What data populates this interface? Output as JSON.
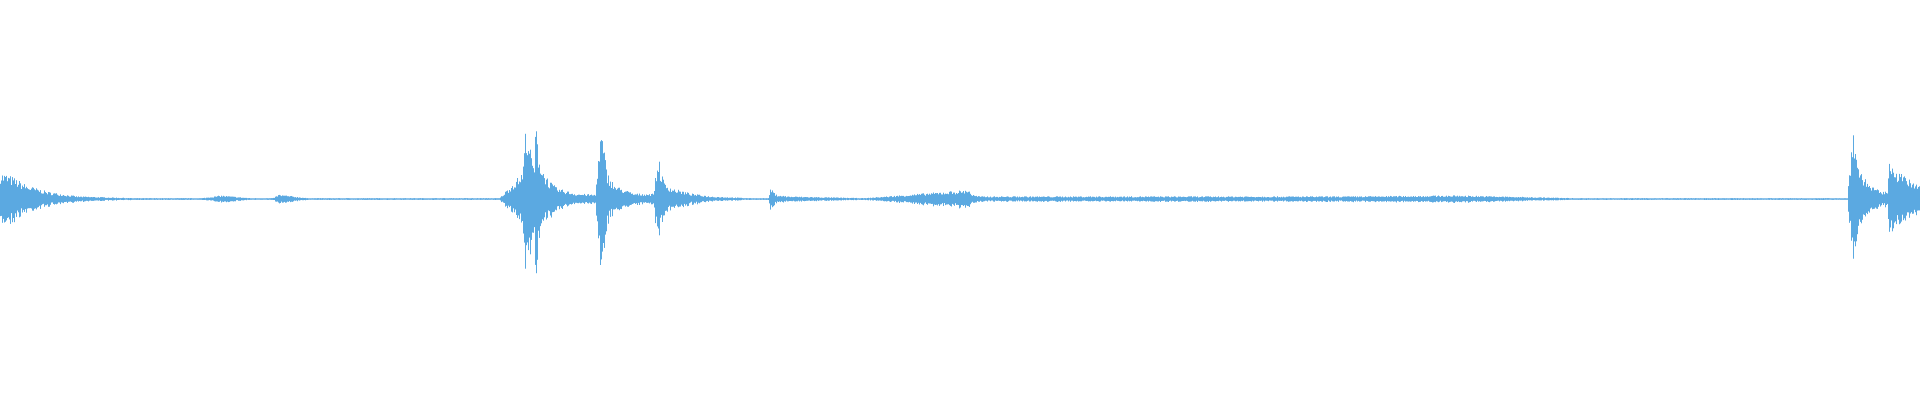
{
  "colors": {
    "background": "#ffffff",
    "waveform": "#5ba9e1"
  },
  "chart_data": {
    "type": "area",
    "title": "",
    "xlabel": "",
    "ylabel": "",
    "xlim": [
      0,
      1
    ],
    "ylim": [
      -1,
      1
    ],
    "grid": false,
    "legend": "none",
    "series": [
      {
        "x": [
          0,
          0.006,
          0.014,
          0.025,
          0.04,
          0.07,
          0.105,
          0.115,
          0.13,
          0.142,
          0.145,
          0.16,
          0.2,
          0.26,
          0.272,
          0.274,
          0.276,
          0.278,
          0.279,
          0.28,
          0.282,
          0.286,
          0.29,
          0.3,
          0.31,
          0.311,
          0.313,
          0.316,
          0.32,
          0.33,
          0.34,
          0.343,
          0.344,
          0.346,
          0.35,
          0.36,
          0.37,
          0.38,
          0.39,
          0.4,
          0.401,
          0.404,
          0.41,
          0.45,
          0.503,
          0.504,
          0.506,
          0.51,
          0.56,
          0.62,
          0.7,
          0.76,
          0.8,
          0.82,
          0.86,
          0.9,
          0.94,
          0.962,
          0.965,
          0.966,
          0.968,
          0.972,
          0.976,
          0.98,
          0.983,
          0.984,
          0.986,
          0.99,
          0.995,
          1.0
        ],
        "values": [
          0.3,
          0.25,
          0.15,
          0.08,
          0.03,
          0.01,
          0.01,
          0.04,
          0.01,
          0.01,
          0.05,
          0.01,
          0.01,
          0.01,
          0.3,
          0.92,
          0.55,
          0.35,
          0.88,
          0.6,
          0.35,
          0.2,
          0.12,
          0.06,
          0.05,
          0.4,
          0.78,
          0.3,
          0.15,
          0.06,
          0.06,
          0.5,
          0.3,
          0.18,
          0.12,
          0.06,
          0.03,
          0.02,
          0.01,
          0.01,
          0.12,
          0.05,
          0.03,
          0.01,
          0.1,
          0.12,
          0.05,
          0.03,
          0.03,
          0.03,
          0.03,
          0.04,
          0.02,
          0.01,
          0.01,
          0.01,
          0.01,
          0.01,
          0.88,
          0.6,
          0.35,
          0.2,
          0.12,
          0.08,
          0.08,
          0.55,
          0.38,
          0.28,
          0.2,
          0.14
        ]
      }
    ]
  }
}
